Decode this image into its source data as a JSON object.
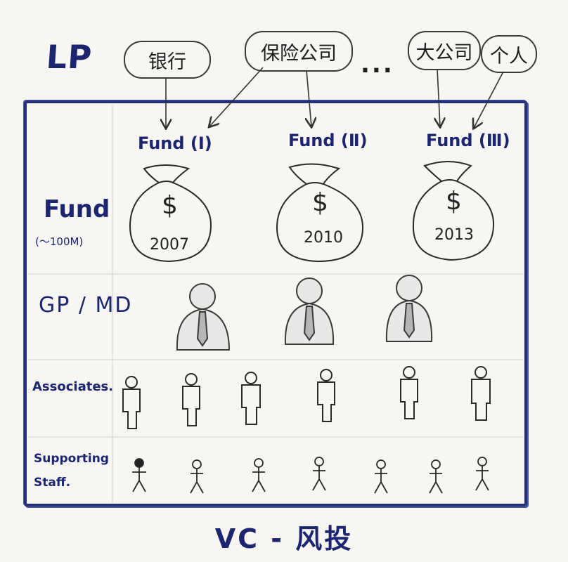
{
  "lp_label": "LP",
  "lp_sources": [
    "银行",
    "保险公司",
    "大公司",
    "个人"
  ],
  "ellipsis": "...",
  "funds": [
    {
      "name": "Fund (Ⅰ)",
      "year": "2007"
    },
    {
      "name": "Fund (Ⅱ)",
      "year": "2010"
    },
    {
      "name": "Fund (Ⅲ)",
      "year": "2013"
    }
  ],
  "row_labels": {
    "fund": "Fund",
    "fund_size": "(～100M)",
    "gp_md": "GP / MD",
    "associates": "Associates.",
    "supporting_staff": "Supporting Staff."
  },
  "bag_symbol": "$",
  "title": "VC - 风投"
}
